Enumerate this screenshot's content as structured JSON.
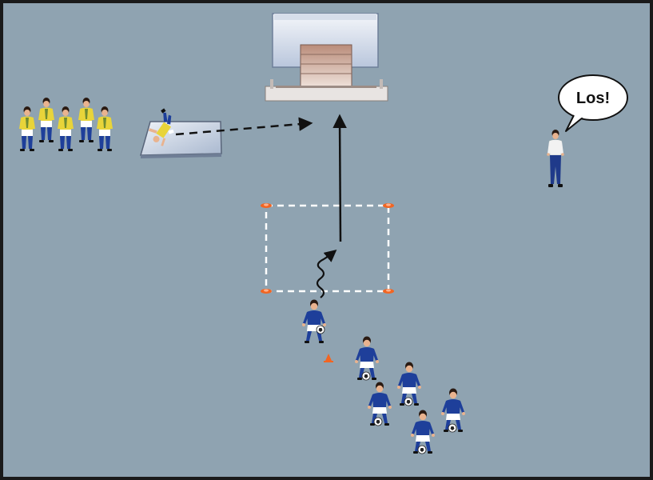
{
  "field": {
    "background": "#8fa3b1",
    "border": "#1a1a1a"
  },
  "coach": {
    "speech": "Los!",
    "shirt_color": "#f2f2f2",
    "shorts_color": "#1f3a8a"
  },
  "teams": {
    "attackers_color": "#1e3f9a",
    "keepers_color": "#e8d43a"
  },
  "equipment": {
    "cone_color": "#f26522",
    "goal": "mini-goal",
    "landing_mat": "mat"
  },
  "paths": {
    "dribble": "wavy-line",
    "shot": "solid-arrow",
    "keeper_run": "dashed-arrow",
    "zone": "dashed-square"
  }
}
